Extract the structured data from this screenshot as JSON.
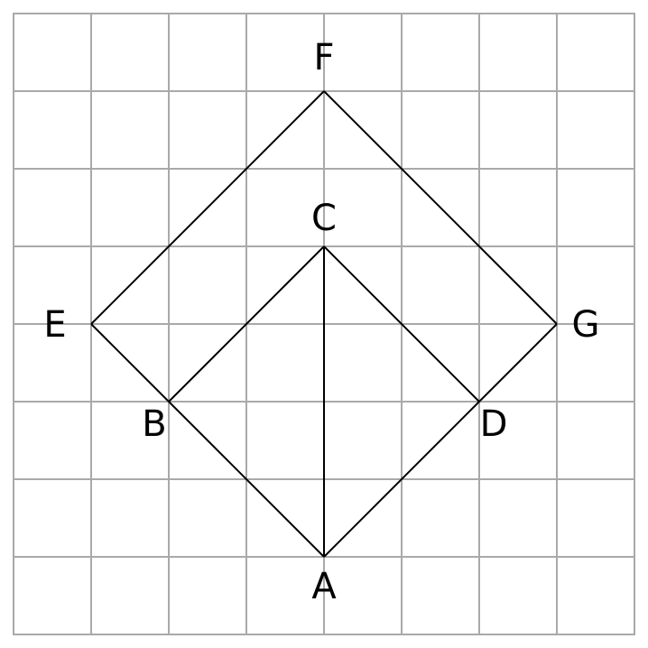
{
  "diagram": {
    "grid": {
      "columns": 8,
      "rows": 8
    },
    "points": [
      {
        "id": "A",
        "label": "A",
        "col": 4,
        "row": 7
      },
      {
        "id": "B",
        "label": "B",
        "col": 2,
        "row": 5
      },
      {
        "id": "C",
        "label": "C",
        "col": 4,
        "row": 3
      },
      {
        "id": "D",
        "label": "D",
        "col": 6,
        "row": 5
      },
      {
        "id": "E",
        "label": "E",
        "col": 1,
        "row": 4
      },
      {
        "id": "F",
        "label": "F",
        "col": 4,
        "row": 1
      },
      {
        "id": "G",
        "label": "G",
        "col": 7,
        "row": 4
      }
    ],
    "segments": [
      [
        "E",
        "F"
      ],
      [
        "F",
        "G"
      ],
      [
        "G",
        "D"
      ],
      [
        "D",
        "A"
      ],
      [
        "A",
        "B"
      ],
      [
        "B",
        "E"
      ],
      [
        "B",
        "C"
      ],
      [
        "C",
        "D"
      ],
      [
        "C",
        "A"
      ]
    ],
    "colors": {
      "grid": "#a9a9a9",
      "lines": "#000000",
      "background": "#ffffff"
    }
  }
}
